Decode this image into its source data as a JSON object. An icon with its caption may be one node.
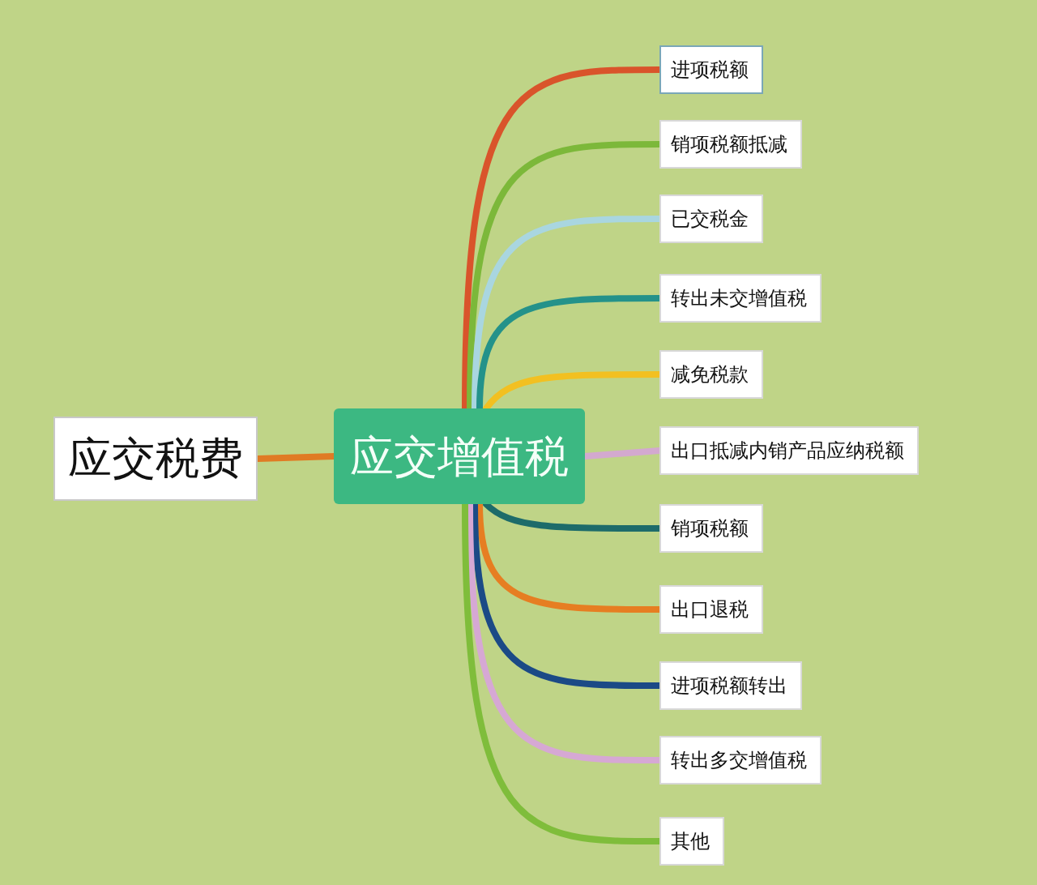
{
  "diagram": {
    "nodes": [
      {
        "text": [
          "应交税费"
        ]
      },
      {
        "text": [
          "应交增值税"
        ]
      },
      {
        "text": [
          "进项税额"
        ]
      },
      {
        "text": [
          "销项税额抵减"
        ]
      },
      {
        "text": [
          "已交税金"
        ]
      },
      {
        "text": [
          "转出未交增值税"
        ]
      },
      {
        "text": [
          "减免税款"
        ]
      },
      {
        "text": [
          "出口抵减内销产品应纳税额"
        ]
      },
      {
        "text": [
          "销项税额"
        ]
      },
      {
        "text": [
          "出口退税"
        ]
      },
      {
        "text": [
          "进项税额转出"
        ]
      },
      {
        "text": [
          "转出多交增值税"
        ]
      },
      {
        "text": [
          "其他"
        ]
      }
    ],
    "edges": [
      {
        "from": 0,
        "to": 1,
        "arrow": "none",
        "color": "#e07b24"
      },
      {
        "from": 1,
        "to": 2,
        "arrow": "none",
        "color": "#d9542b"
      },
      {
        "from": 1,
        "to": 3,
        "arrow": "none",
        "color": "#7cb83a"
      },
      {
        "from": 1,
        "to": 4,
        "arrow": "none",
        "color": "#a9d6e0"
      },
      {
        "from": 1,
        "to": 5,
        "arrow": "none",
        "color": "#24928a"
      },
      {
        "from": 1,
        "to": 6,
        "arrow": "none",
        "color": "#f2c021"
      },
      {
        "from": 1,
        "to": 7,
        "arrow": "none",
        "color": "#d3a9cf"
      },
      {
        "from": 1,
        "to": 8,
        "arrow": "none",
        "color": "#1d6b6a"
      },
      {
        "from": 1,
        "to": 9,
        "arrow": "none",
        "color": "#e67e22"
      },
      {
        "from": 1,
        "to": 10,
        "arrow": "none",
        "color": "#1b4a86"
      },
      {
        "from": 1,
        "to": 11,
        "arrow": "none",
        "color": "#d6a8d4"
      },
      {
        "from": 1,
        "to": 12,
        "arrow": "none",
        "color": "#7fbd3b"
      }
    ]
  }
}
